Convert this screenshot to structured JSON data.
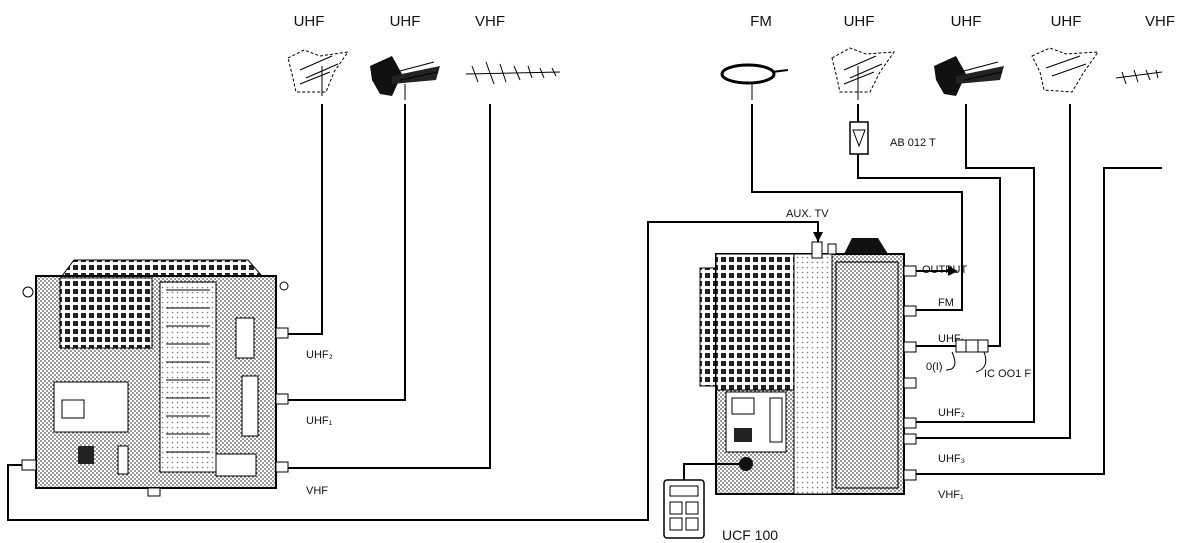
{
  "left_antennas": [
    {
      "label": "UHF"
    },
    {
      "label": "UHF"
    },
    {
      "label": "VHF"
    }
  ],
  "right_antennas": [
    {
      "label": "FM"
    },
    {
      "label": "UHF"
    },
    {
      "label": "UHF"
    },
    {
      "label": "UHF"
    },
    {
      "label": "VHF"
    }
  ],
  "left_unit": {
    "inputs": [
      "UHF₂",
      "UHF₁",
      "VHF"
    ]
  },
  "right_unit": {
    "aux_label": "AUX. TV",
    "output_label": "OUTPUT",
    "inputs": [
      "FM",
      "UHF₁",
      "UHF₂",
      "UHF₃",
      "VHF₁"
    ],
    "dc_label": "0(I)"
  },
  "components": {
    "preamp_label": "AB 012 T",
    "injector_label": "IC OO1 F",
    "programmer_label": "UCF 100"
  },
  "colors": {
    "ink": "#000000",
    "unit_fill": "#d9d9d9",
    "paper": "#ffffff"
  }
}
